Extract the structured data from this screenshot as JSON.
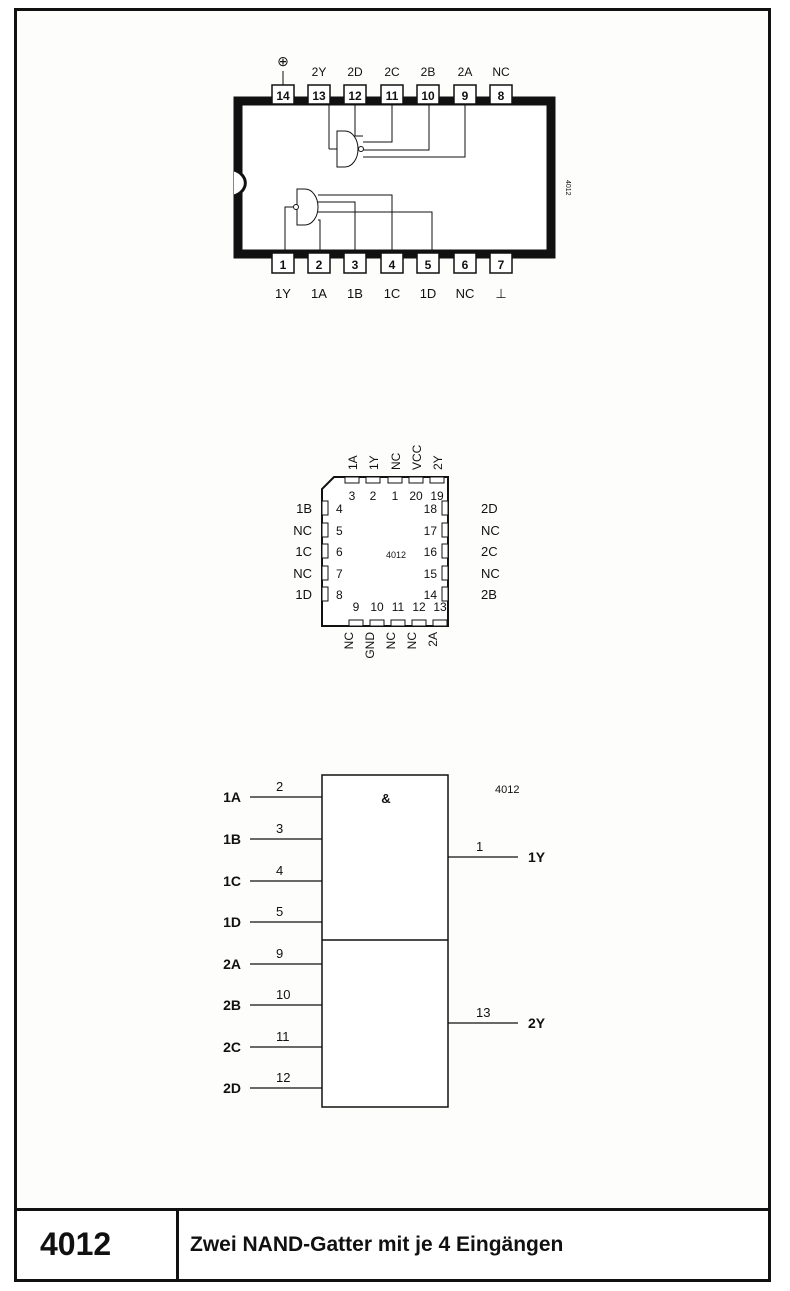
{
  "dip": {
    "top_pins": [
      {
        "num": "14",
        "label": "⊕"
      },
      {
        "num": "13",
        "label": "2Y"
      },
      {
        "num": "12",
        "label": "2D"
      },
      {
        "num": "11",
        "label": "2C"
      },
      {
        "num": "10",
        "label": "2B"
      },
      {
        "num": "9",
        "label": "2A"
      },
      {
        "num": "8",
        "label": "NC"
      }
    ],
    "bottom_pins": [
      {
        "num": "1",
        "label": "1Y"
      },
      {
        "num": "2",
        "label": "1A"
      },
      {
        "num": "3",
        "label": "1B"
      },
      {
        "num": "4",
        "label": "1C"
      },
      {
        "num": "5",
        "label": "1D"
      },
      {
        "num": "6",
        "label": "NC"
      },
      {
        "num": "7",
        "label": "⊥"
      }
    ],
    "side_label": "4012"
  },
  "plcc": {
    "center_label": "4012",
    "top_labels": [
      "1A",
      "1Y",
      "NC",
      "VCC",
      "2Y"
    ],
    "top_nums": [
      "3",
      "2",
      "1",
      "20",
      "19"
    ],
    "left_labels": [
      "1B",
      "NC",
      "1C",
      "NC",
      "1D"
    ],
    "left_nums": [
      "4",
      "5",
      "6",
      "7",
      "8"
    ],
    "right_labels": [
      "2D",
      "NC",
      "2C",
      "NC",
      "2B"
    ],
    "right_nums": [
      "18",
      "17",
      "16",
      "15",
      "14"
    ],
    "bottom_nums": [
      "9",
      "10",
      "11",
      "12",
      "13"
    ],
    "bottom_labels": [
      "NC",
      "GND",
      "NC",
      "NC",
      "2A"
    ]
  },
  "logic": {
    "symbol": "&",
    "chip_label": "4012",
    "gate1_inputs": [
      {
        "name": "1A",
        "pin": "2"
      },
      {
        "name": "1B",
        "pin": "3"
      },
      {
        "name": "1C",
        "pin": "4"
      },
      {
        "name": "1D",
        "pin": "5"
      }
    ],
    "gate1_output": {
      "name": "1Y",
      "pin": "1"
    },
    "gate2_inputs": [
      {
        "name": "2A",
        "pin": "9"
      },
      {
        "name": "2B",
        "pin": "10"
      },
      {
        "name": "2C",
        "pin": "11"
      },
      {
        "name": "2D",
        "pin": "12"
      }
    ],
    "gate2_output": {
      "name": "2Y",
      "pin": "13"
    }
  },
  "footer": {
    "chip_number": "4012",
    "title": "Zwei NAND-Gatter mit je 4 Eingängen"
  }
}
